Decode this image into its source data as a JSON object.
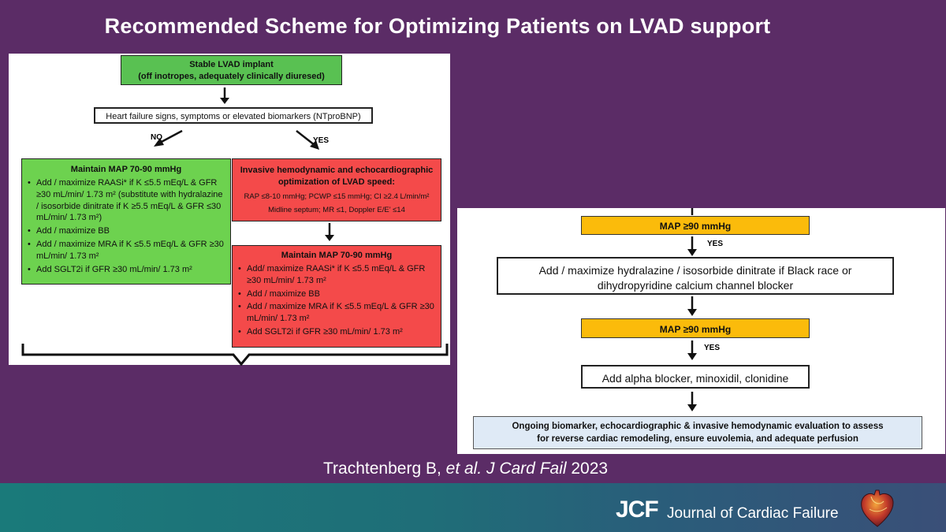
{
  "title": "Recommended Scheme for Optimizing Patients on LVAD support",
  "left": {
    "start_box": {
      "line1": "Stable LVAD implant",
      "line2": "(off inotropes, adequately clinically diuresed)"
    },
    "signs_box": "Heart failure signs, symptoms or elevated biomarkers (NTproBNP)",
    "no_label": "NO",
    "yes_label": "YES",
    "green_box": {
      "heading": "Maintain MAP 70-90 mmHg",
      "items": [
        "Add / maximize RAASi* if K ≤5.5 mEq/L & GFR ≥30 mL/min/ 1.73 m² (substitute with hydralazine / isosorbide dinitrate if K ≥5.5 mEq/L & GFR ≤30 mL/min/ 1.73 m²)",
        "Add / maximize BB",
        "Add / maximize MRA if K ≤5.5 mEq/L & GFR ≥30 mL/min/ 1.73 m²",
        "Add SGLT2i if GFR ≥30 mL/min/ 1.73 m²"
      ]
    },
    "red_opt_box": {
      "heading_line1": "Invasive hemodynamic and echocardiographic",
      "heading_line2": "optimization of LVAD speed:",
      "line1": "RAP ≤8-10 mmHg; PCWP ≤15 mmHg; CI ≥2.4 L/min/m²",
      "line2": "Midline septum; MR ≤1, Doppler E/E’ ≤14"
    },
    "red_map_box": {
      "heading": "Maintain MAP 70-90 mmHg",
      "items": [
        "Add/ maximize RAASi* if K ≤5.5 mEq/L & GFR ≥30 mL/min/ 1.73 m²",
        "Add / maximize BB",
        "Add / maximize MRA if K ≤5.5 mEq/L & GFR ≥30 mL/min/ 1.73 m²",
        "Add SGLT2i if GFR ≥30 mL/min/ 1.73 m²"
      ]
    }
  },
  "right": {
    "map1": "MAP ≥90 mmHg",
    "yes1": "YES",
    "hydralazine_box": "Add / maximize hydralazine / isosorbide dinitrate if Black race or dihydropyridine calcium channel blocker",
    "map2": "MAP ≥90 mmHg",
    "yes2": "YES",
    "alpha_box": "Add alpha blocker, minoxidil, clonidine",
    "ongoing_box": "Ongoing biomarker, echocardiographic & invasive hemodynamic evaluation to assess for reverse cardiac remodeling, ensure euvolemia, and adequate perfusion"
  },
  "citation": {
    "authors": "Trachtenberg B, ",
    "etal": "et al. J Card Fail",
    "year": " 2023"
  },
  "footer": {
    "logo": "JCF",
    "journal": "Journal of Cardiac Failure"
  },
  "colors": {
    "background": "#5b2c66",
    "green": "#59c152",
    "red": "#f44a4a",
    "yellow": "#fbbb0b",
    "blue_box": "#dfeaf6"
  }
}
